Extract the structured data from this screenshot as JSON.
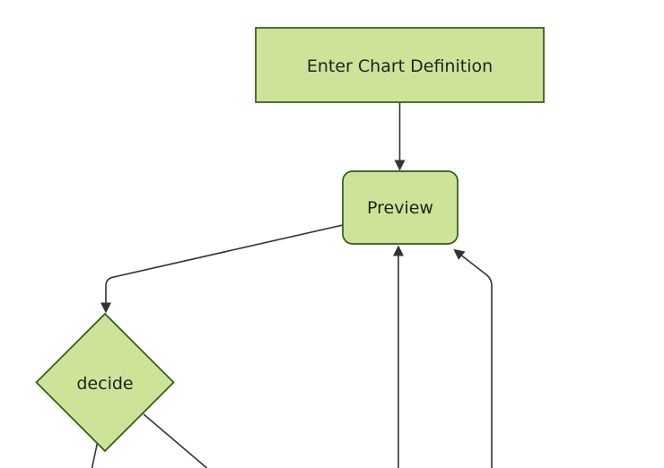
{
  "diagram": {
    "type": "flowchart",
    "direction": "top-down",
    "nodes": [
      {
        "id": "A",
        "label": "Enter Chart Definition",
        "shape": "rectangle"
      },
      {
        "id": "B",
        "label": "Preview",
        "shape": "rounded-rectangle"
      },
      {
        "id": "C",
        "label": "decide",
        "shape": "diamond"
      }
    ],
    "edges": [
      {
        "from": "Enter Chart Definition",
        "to": "Preview",
        "arrow": true,
        "route": "straight-down"
      },
      {
        "from": "Preview",
        "to": "decide",
        "arrow": true,
        "route": "left-then-down"
      },
      {
        "from": "decide",
        "to": "offscreen-bottom-left",
        "arrow": false,
        "route": "down-left-offscreen"
      },
      {
        "from": "decide",
        "to": "offscreen-bottom-right",
        "arrow": false,
        "route": "down-right-offscreen"
      },
      {
        "from": "offscreen-bottom",
        "to": "Preview",
        "arrow": true,
        "route": "straight-up"
      },
      {
        "from": "offscreen-bottom-far-right",
        "to": "Preview",
        "arrow": true,
        "route": "up-then-diagonal-to-corner"
      }
    ]
  },
  "theme": {
    "background": "#ffffff",
    "node_fill": "#cde498",
    "node_border": "#2d5c16",
    "edge_color": "#333333",
    "text_color": "#222222"
  }
}
